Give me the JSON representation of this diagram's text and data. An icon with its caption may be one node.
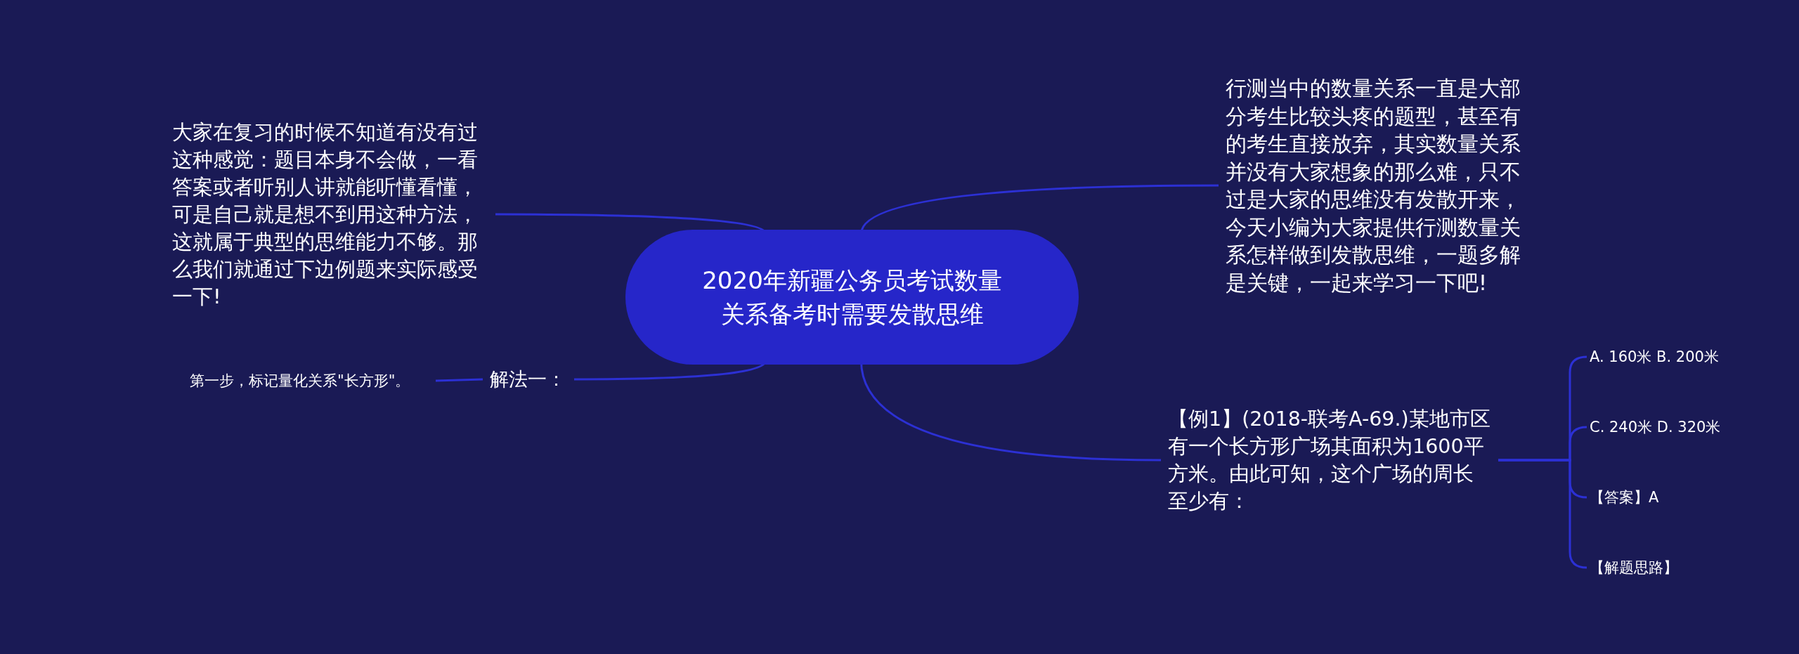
{
  "diagram": {
    "nodes": [
      {
        "text": [
          "2020年新疆公务员考试数量关系备考时需要发散思维"
        ]
      },
      {
        "text": [
          "大家在复习的时候不知道有没有过这种感觉：题目本身不会做，一看答案或者听别人讲就能听懂看懂，可是自己就是想不到用这种方法，这就属于典型的思维能力不够。那么我们就通过下边例题来实际感受一下!"
        ]
      },
      {
        "text": [
          "行测当中的数量关系一直是大部分考生比较头疼的题型，甚至有的考生直接放弃，其实数量关系并没有大家想象的那么难，只不过是大家的思维没有发散开来，今天小编为大家提供行测数量关系怎样做到发散思维，一题多解是关键，一起来学习一下吧!"
        ]
      },
      {
        "text": [
          "【例1】(2018-联考A-69.)某地市区有一个长方形广场其面积为1600平方米。由此可知，这个广场的周长至少有："
        ]
      },
      {
        "text": [
          "解法一："
        ]
      },
      {
        "text": [
          "第一步，标记量化关系\"长方形\"。"
        ]
      },
      {
        "text": [
          "A. 160米 B. 200米"
        ]
      },
      {
        "text": [
          "C. 240米 D. 320米"
        ]
      },
      {
        "text": [
          "【答案】A"
        ]
      },
      {
        "text": [
          "【解题思路】"
        ]
      }
    ],
    "edges": [
      {
        "from": 0,
        "to": 1,
        "arrow": "none"
      },
      {
        "from": 0,
        "to": 2,
        "arrow": "none"
      },
      {
        "from": 0,
        "to": 3,
        "arrow": "none"
      },
      {
        "from": 0,
        "to": 4,
        "arrow": "none"
      },
      {
        "from": 4,
        "to": 5,
        "arrow": "none"
      },
      {
        "from": 3,
        "to": 6,
        "arrow": "none"
      },
      {
        "from": 3,
        "to": 7,
        "arrow": "none"
      },
      {
        "from": 3,
        "to": 8,
        "arrow": "none"
      },
      {
        "from": 3,
        "to": 9,
        "arrow": "none"
      }
    ]
  }
}
